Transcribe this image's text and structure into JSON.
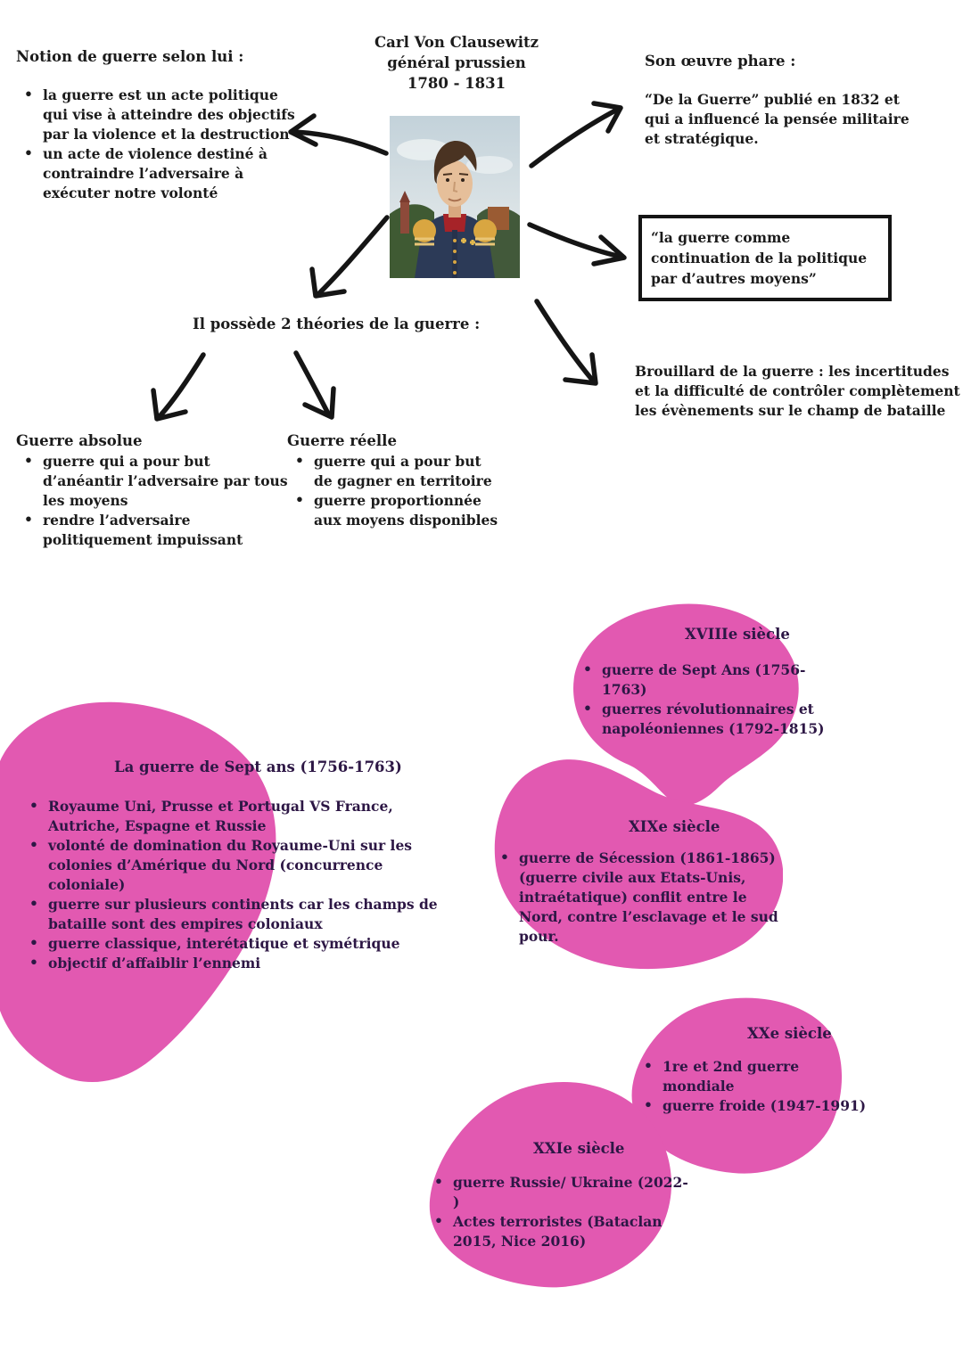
{
  "person": {
    "name": "Carl Von Clausewitz",
    "role": "général prussien",
    "dates": "1780 - 1831"
  },
  "notion": {
    "title": "Notion de guerre selon lui :",
    "bullets": [
      "la guerre est un acte politique qui vise à atteindre des objectifs par la violence et la destruction",
      "un acte de violence destiné à contraindre l’adversaire à exécuter notre volonté"
    ]
  },
  "oeuvre": {
    "title": "Son œuvre phare :",
    "text": "“De la Guerre” publié en 1832 et qui a influencé la pensée militaire et stratégique."
  },
  "quote": {
    "text": "“la guerre comme continuation de la politique par d’autres moyens”"
  },
  "theories": {
    "intro": "Il possède 2 théories de la guerre :",
    "absolue": {
      "title": "Guerre absolue",
      "bullets": [
        "guerre qui a pour but d’anéantir l’adversaire par tous les moyens",
        "rendre l’adversaire politiquement impuissant"
      ]
    },
    "reelle": {
      "title": "Guerre réelle",
      "bullets": [
        "guerre qui a pour but de gagner en territoire",
        "guerre proportionnée aux moyens disponibles"
      ]
    }
  },
  "brouillard": {
    "text": "Brouillard de la guerre : les incertitudes et la difficulté de contrôler complètement les évènements sur le champ de bataille"
  },
  "sept_ans": {
    "title": "La guerre de Sept ans (1756-1763)",
    "bullets": [
      "Royaume Uni, Prusse et Portugal VS France, Autriche, Espagne et Russie",
      "volonté de domination du Royaume-Uni sur les colonies d’Amérique du Nord (concurrence coloniale)",
      "guerre sur plusieurs continents car les champs de bataille sont des empires coloniaux",
      "guerre classique, interétatique et symétrique",
      "objectif d’affaiblir l’ennemi"
    ]
  },
  "centuries": {
    "xviii": {
      "title": "XVIIIe siècle",
      "bullets": [
        "guerre de Sept Ans (1756-1763)",
        "guerres révolutionnaires et napoléoniennes (1792-1815)"
      ]
    },
    "xix": {
      "title": "XIXe siècle",
      "bullets": [
        "guerre de Sécession (1861-1865) (guerre civile aux Etats-Unis, intraétatique) conflit entre le Nord, contre l’esclavage et le sud pour."
      ]
    },
    "xx": {
      "title": "XXe siècle",
      "bullets": [
        "1re et 2nd guerre mondiale",
        "guerre froide (1947-1991)"
      ]
    },
    "xxi": {
      "title": "XXIe siècle",
      "bullets": [
        "guerre Russie/ Ukraine (2022- )",
        "Actes terroristes (Bataclan 2015, Nice 2016)"
      ]
    }
  },
  "colors": {
    "blob_pink": "#e259b1",
    "blob_text": "#2d1745",
    "ink": "#1b1b1b"
  }
}
